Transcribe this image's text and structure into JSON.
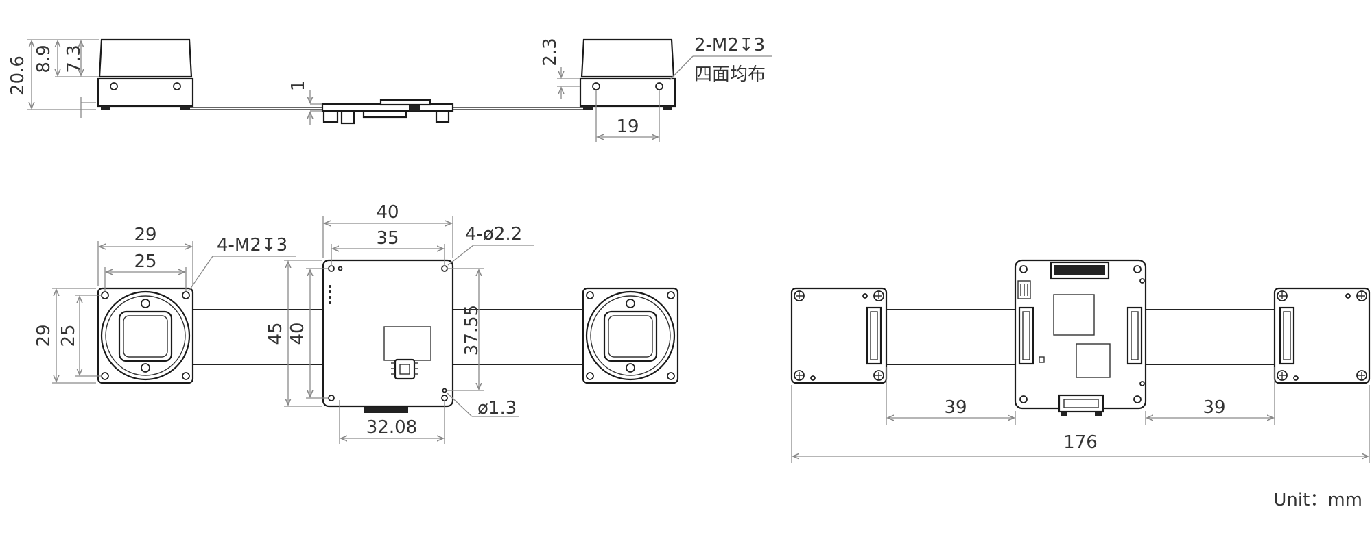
{
  "side_view": {
    "height_total": "20.6",
    "height_body": "8.9",
    "height_upper": "7.3",
    "board_thickness": "1",
    "screw_offset": "2.3",
    "screw_spec": "2-M2↧3",
    "screw_note": "四面均布",
    "screw_spacing": "19"
  },
  "front_view": {
    "sensor_width_outer": "29",
    "sensor_width_inner": "25",
    "sensor_height_outer": "29",
    "sensor_height_inner": "25",
    "sensor_screw_spec": "4-M2↧3",
    "board_width": "40",
    "board_hole_pitch_x": "35",
    "board_hole_spec": "4-ø2.2",
    "board_height": "45",
    "board_hole_pitch_y": "40",
    "board_inner_height": "37.55",
    "small_hole": "ø1.3",
    "connector_width": "32.08"
  },
  "back_view": {
    "left_cable_length": "39",
    "right_cable_length": "39",
    "total_length": "176"
  },
  "unit_label": "Unit：mm"
}
